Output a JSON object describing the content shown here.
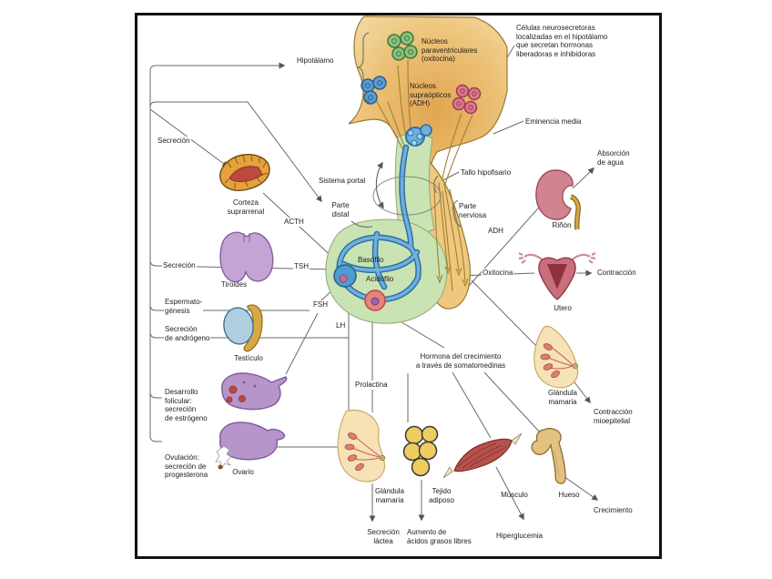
{
  "diagram": {
    "subject": "Eje hipotálamo-hipófisis y hormonas",
    "language": "es"
  },
  "labels": {
    "hipotalamo": "Hipotálamo",
    "nucleos_paraventriculares": "Núcleos\nparaventriculares\n(oxitocina)",
    "nucleos_supraopticos": "Núcleos\nsupraópticos\n(ADH)",
    "celulas_neurosecretoras": "Células neurosecretoras\nlocalizadas en el hipotálamo\nque secretan hormonas\nliberadoras e inhibidoras",
    "eminencia_media": "Eminencia media",
    "sistema_portal": "Sistema portal",
    "parte_distal": "Parte\ndistal",
    "tallo_hipofisario": "Tallo hipofisario",
    "parte_nerviosa": "Parte\nnerviosa",
    "basofilo": "Basófilo",
    "acidofilo": "Acidófilo",
    "acth": "ACTH",
    "tsh": "TSH",
    "fsh": "FSH",
    "lh": "LH",
    "adh": "ADH",
    "oxitocina": "Oxitocina",
    "prolactina": "Prolactina",
    "hormona_crecimiento": "Hormona del crecimiento\na través de somatomedinas",
    "secrecion_suprarrenal": "Secreción",
    "corteza_suprarrenal": "Corteza\nsuprarrenal",
    "secrecion_tiroides": "Secreción",
    "tiroides": "Tiroides",
    "espermatogenesis": "Espermato-\ngénesis",
    "secrecion_androgeno": "Secreción\nde andrógeno",
    "testiculo": "Testículo",
    "desarrollo_folicular": "Desarrollo\nfolicular:\nsecreción\nde estrógeno",
    "ovulacion": "Ovulación:\nsecreción de\nprogesterona",
    "ovario": "Ovario",
    "rinon": "Riñón",
    "absorcion_agua": "Absorción\nde agua",
    "utero": "Utero",
    "contraccion": "Contracción",
    "glandula_mamaria_der": "Glándula\nmamaria",
    "contraccion_mioepitelial": "Contracción\nmioepitelial",
    "glandula_mamaria_inf": "Glándula\nmamaria",
    "tejido_adiposo": "Tejido\nadiposo",
    "musculo": "Músculo",
    "hueso": "Hueso",
    "secrecion_lactea": "Secreción\nláctea",
    "aumento_acidos": "Aumento de\nácidos grasos libres",
    "hiperglucemia": "Hiperglucemia",
    "crecimiento": "Crecimiento"
  },
  "colors": {
    "hypothalamus_tan": "#F0D095",
    "hypothalamus_core_orange": "#E2A54F",
    "anterior_lobe_green": "#C9E3B2",
    "vessel_blue": "#6FB0DC",
    "neuron_green": "#8FBF7F",
    "neuron_blue": "#5B9FD0",
    "neuron_pink": "#D8798C",
    "basophil_blue": "#4E9CD0",
    "acidophil_red": "#E8837A",
    "gland_purple": "#B794C9",
    "adrenal_yellow": "#E5A13B",
    "adrenal_red": "#BC4A40",
    "kidney_pink": "#D2848E",
    "uterus_pink": "#C96F7B",
    "breast_cream": "#F6E2B5",
    "adipose_yellow": "#EFCC5F",
    "muscle_red": "#B5524A",
    "bone_tan": "#E2C182",
    "line_gray": "#6A6A6A",
    "frame_black": "#111111"
  }
}
